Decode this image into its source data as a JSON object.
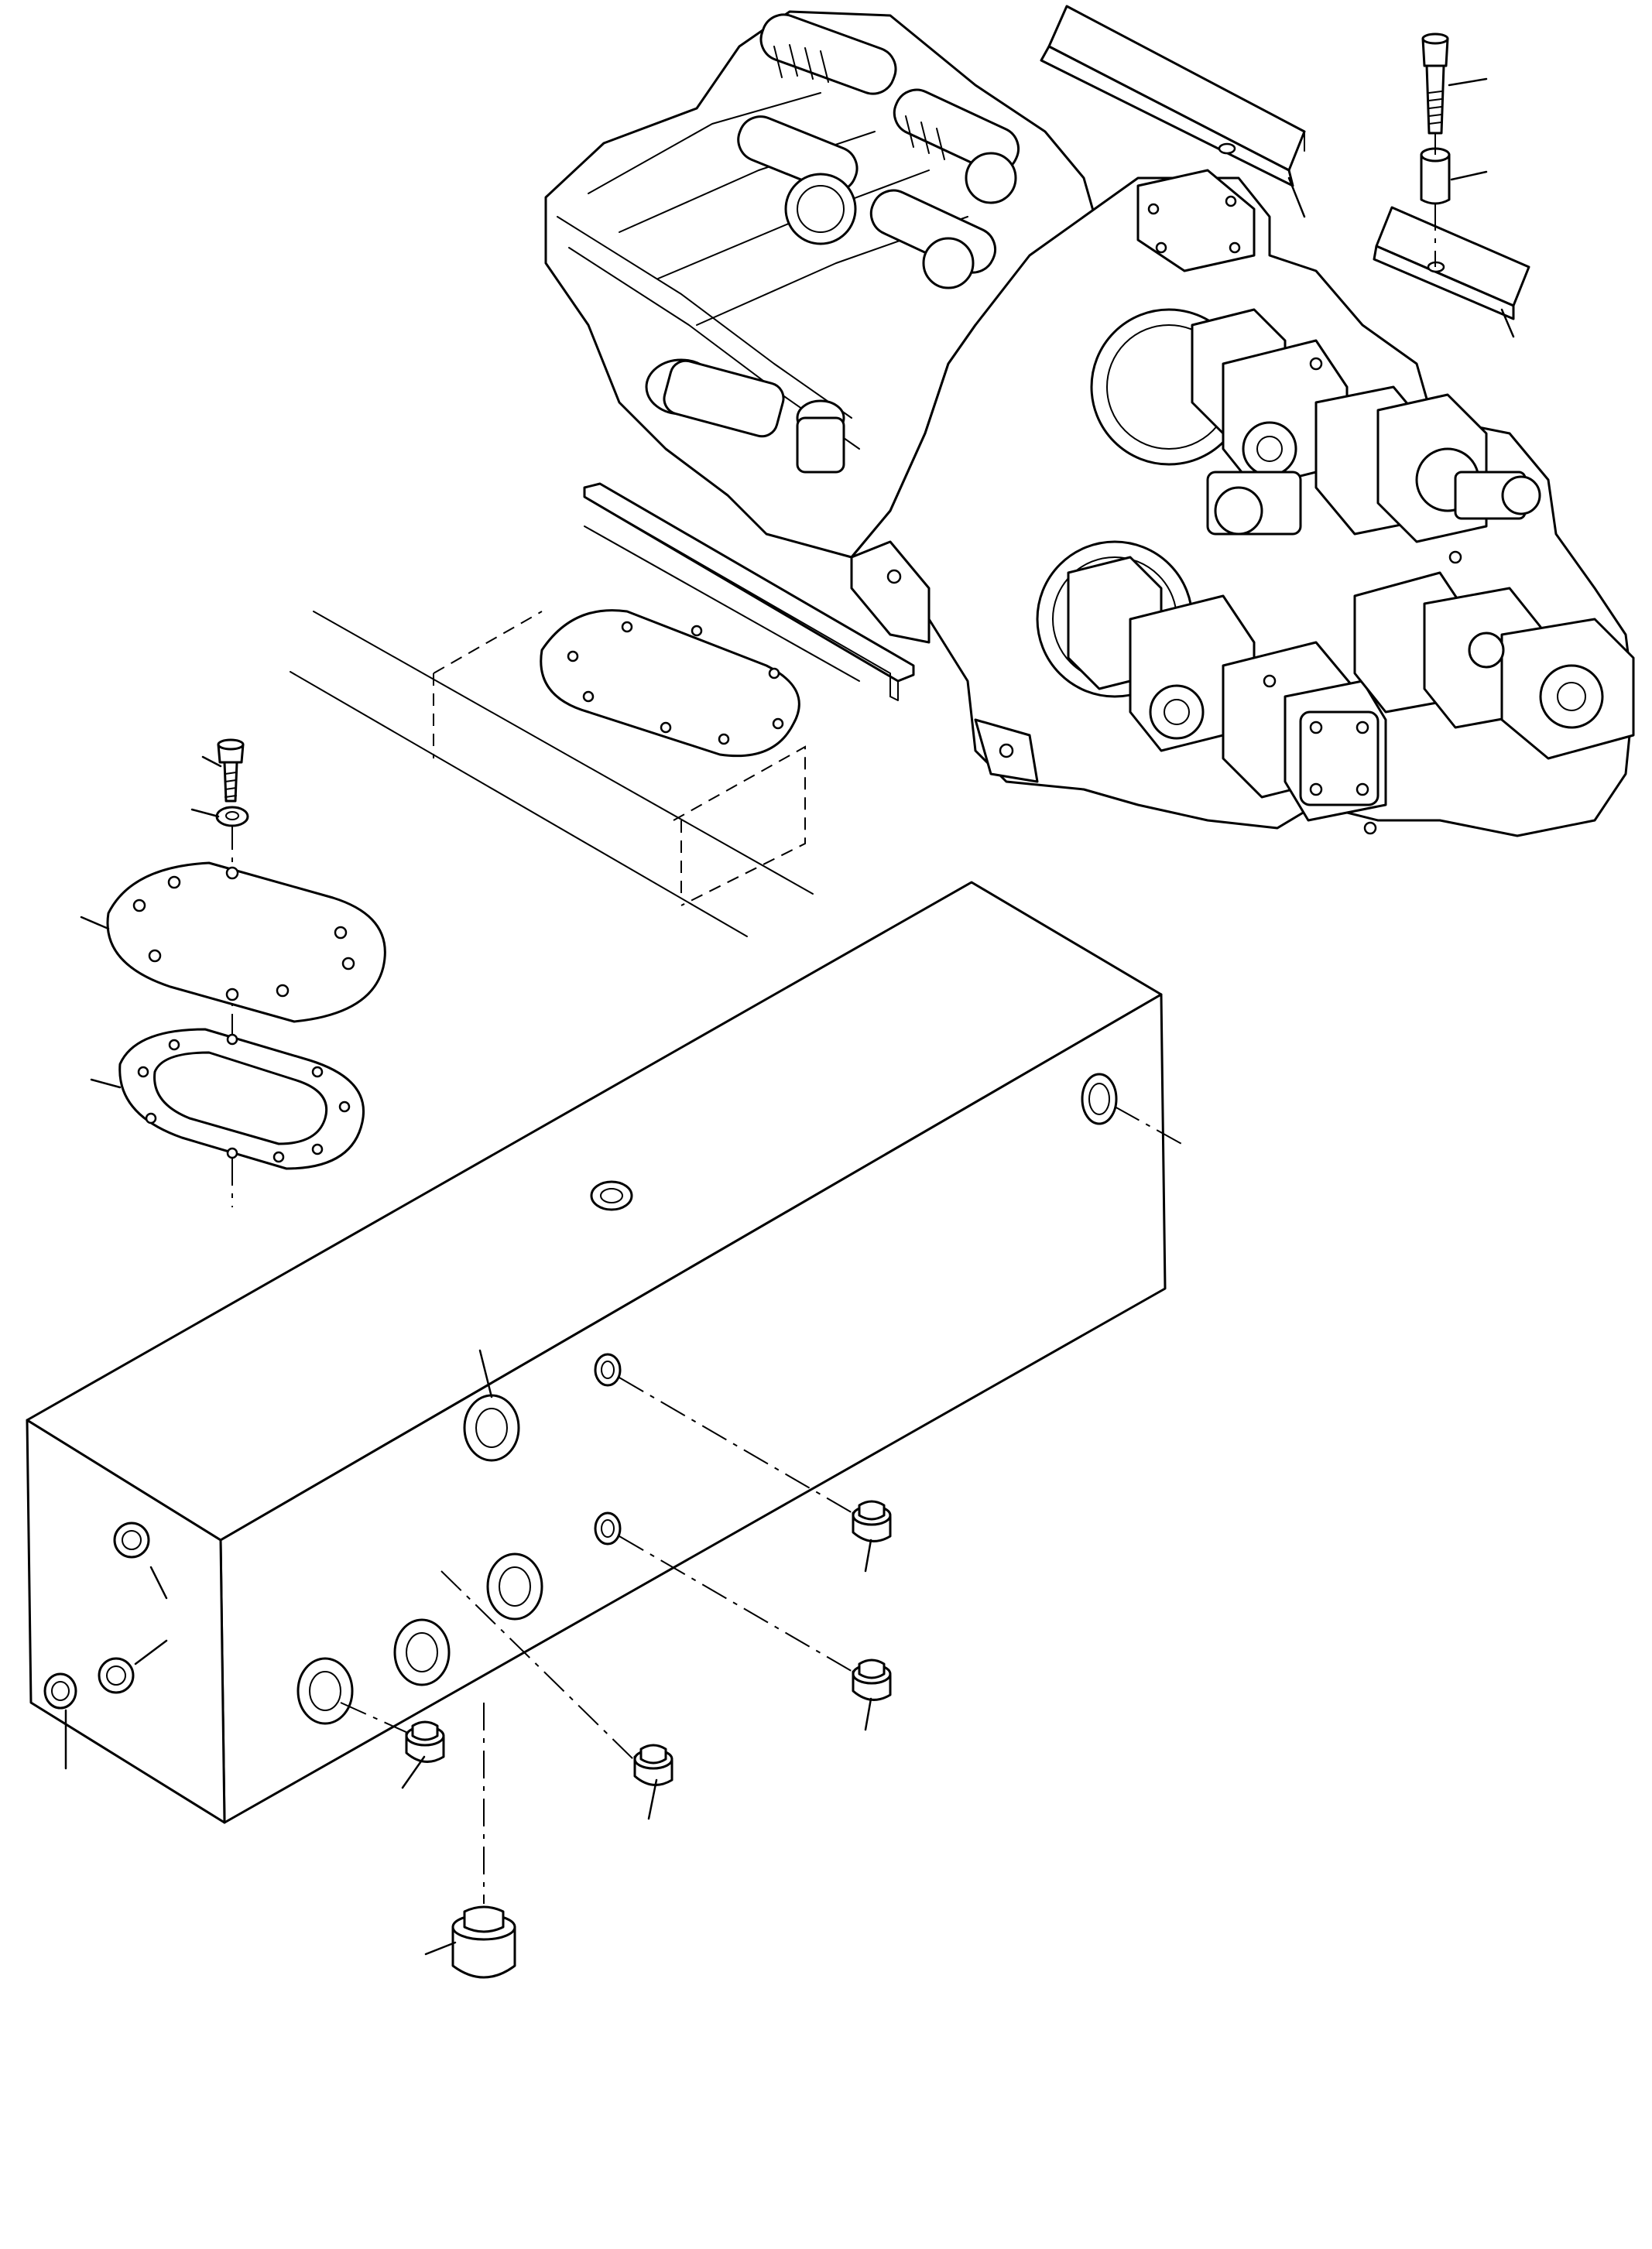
{
  "image_type": "exploded parts diagram (line drawing, no printed text)",
  "colors": {
    "ink": "#000000",
    "paper": "#ffffff"
  },
  "parts": [
    "engine-pump-assembly",
    "angle-bracket",
    "bolt",
    "spacer",
    "hydraulic-tank",
    "tank-cover",
    "cover-gasket",
    "mounting-bolt",
    "washer",
    "plug",
    "drain-plug"
  ]
}
